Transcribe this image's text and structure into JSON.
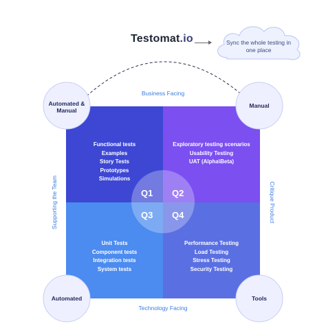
{
  "header": {
    "brand_main": "Testomat",
    "brand_suffix": ".io",
    "cloud_text": "Sync the whole testing in one place"
  },
  "axes": {
    "top": "Business Facing",
    "bottom": "Technology Facing",
    "left": "Supporting the Team",
    "right": "Critique Product"
  },
  "corners": {
    "top_left": "Automated & Manual",
    "top_right": "Manual",
    "bottom_left": "Automated",
    "bottom_right": "Tools"
  },
  "quadrants": [
    {
      "label": "Q1",
      "color": "#3d47d4",
      "items": [
        "Functional tests",
        "Examples",
        "Story Tests",
        "Prototypes",
        "Simulations"
      ]
    },
    {
      "label": "Q2",
      "color": "#7b4ff0",
      "items": [
        "Exploratory testing scenarios",
        "Usability Testing",
        "UAT (Alpha\\Beta)"
      ]
    },
    {
      "label": "Q3",
      "color": "#4c8bef",
      "items": [
        "Unit Tests",
        "Component tests",
        "Integration tests",
        "System tests"
      ]
    },
    {
      "label": "Q4",
      "color": "#5a6fe2",
      "items": [
        "Performance Testing",
        "Load Testing",
        "Stress Testing",
        "Security Testing"
      ]
    }
  ]
}
